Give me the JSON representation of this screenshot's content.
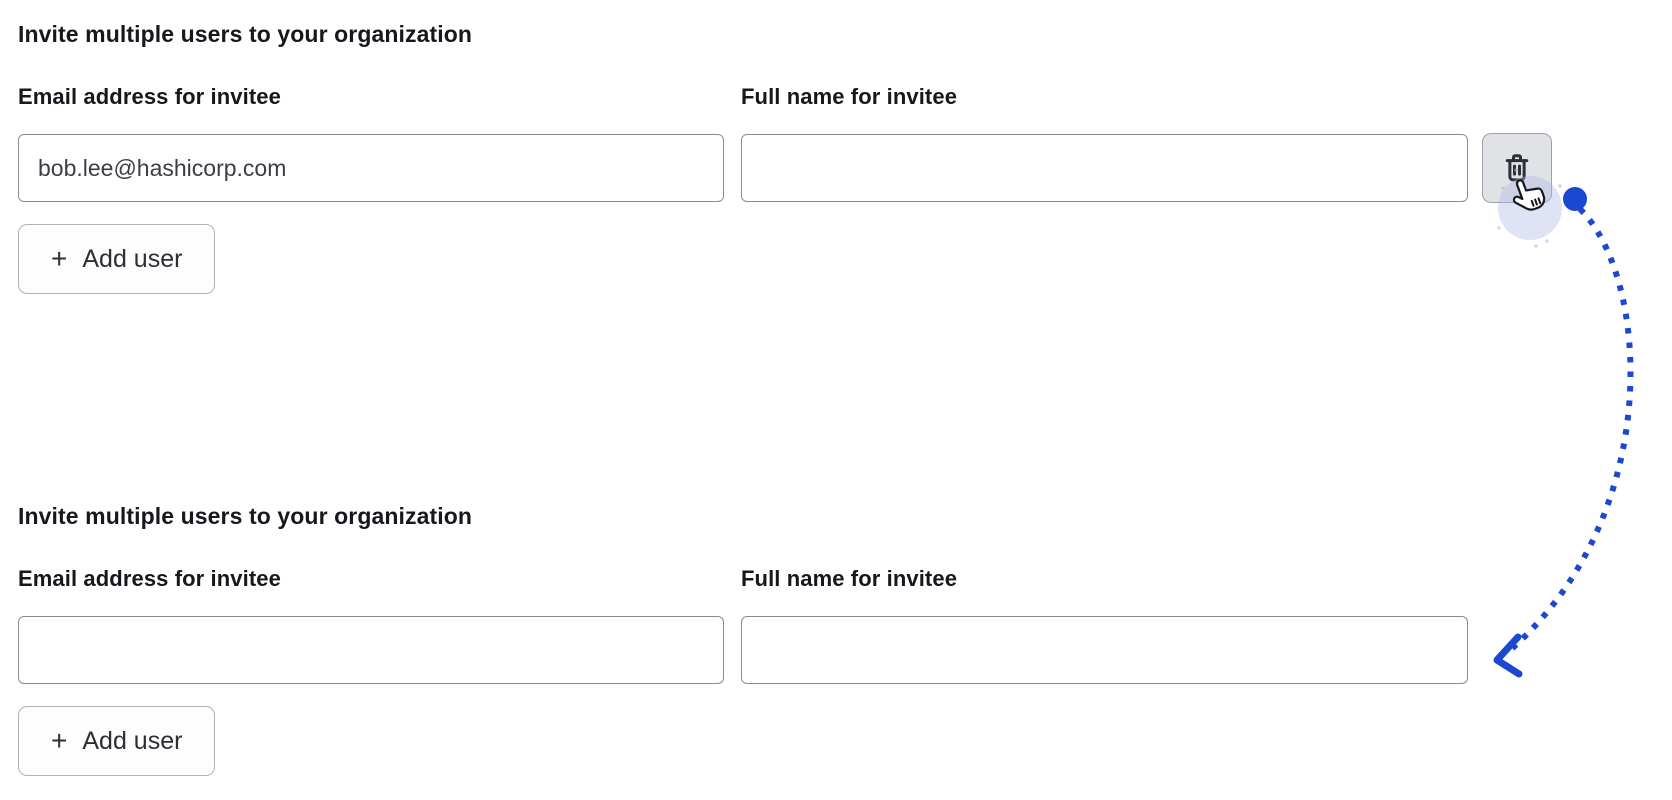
{
  "colors": {
    "accent": "#1b47d1",
    "halo": "#aab5e6",
    "input-border": "#888c97",
    "button-border": "#b0b2ba",
    "delete-bg": "#e1e2e5",
    "delete-border": "#9ea0a8",
    "text": "#16181d",
    "input-text": "#3b3e46"
  },
  "sections": [
    {
      "heading": "Invite multiple users to your organization",
      "email": {
        "label": "Email address for invitee",
        "value": "bob.lee@hashicorp.com"
      },
      "full_name": {
        "label": "Full name for invitee",
        "value": ""
      },
      "add_user": {
        "plus": "+",
        "label": "Add user"
      },
      "delete_icon": "trash-icon"
    },
    {
      "heading": "Invite multiple users to your organization",
      "email": {
        "label": "Email address for invitee",
        "value": ""
      },
      "full_name": {
        "label": "Full name for invitee",
        "value": ""
      },
      "add_user": {
        "plus": "+",
        "label": "Add user"
      }
    }
  ],
  "annotation": {
    "type": "click-then-arrow",
    "cursor": "hand-pointer-icon",
    "arrow_style": "dotted-curve",
    "arrow_from": "delete-row-button",
    "arrow_to": "full-name-input-section-2"
  }
}
